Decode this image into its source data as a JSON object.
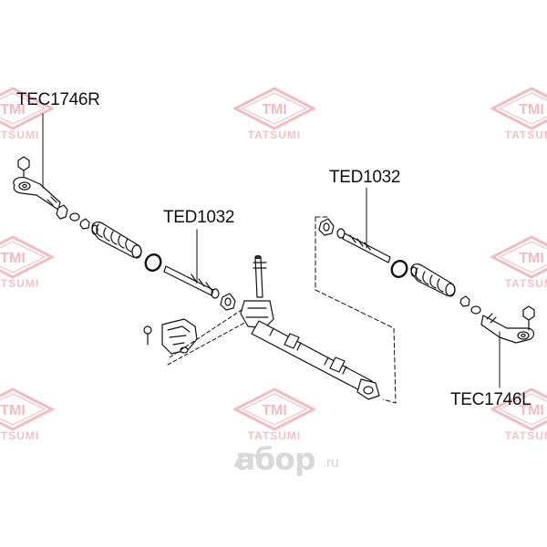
{
  "watermark": {
    "logo_text": "TMI",
    "brand_text": "TATSUMI",
    "colors": {
      "stroke": "#efbcc2",
      "fill": "#f7dde0"
    }
  },
  "labels": {
    "tie_rod_end_right": "TEC1746R",
    "tie_rod_end_left": "TEC1746L",
    "axial_joint_left": "TED1032",
    "axial_joint_right": "TED1032"
  },
  "brand": {
    "name": "aбop",
    "tld": ".ru"
  }
}
